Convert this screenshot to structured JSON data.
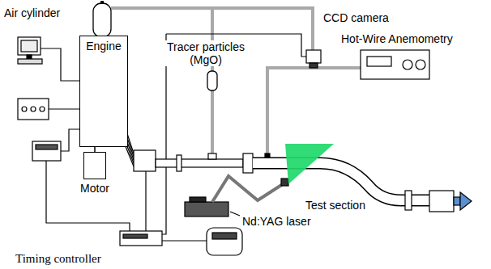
{
  "diagram": {
    "nodes": [
      {
        "text": [
          "Engine"
        ]
      },
      {
        "text": [
          "Motor"
        ]
      }
    ],
    "edges": [
      {
        "from": 0,
        "to": 1,
        "arrow": "none"
      }
    ],
    "labels": [
      "Air cylinder",
      "Tracer particles (MgO)",
      "CCD camera",
      "Hot-Wire Anemometry",
      "Test section",
      "Nd:YAG laser",
      "Timing controller"
    ]
  }
}
